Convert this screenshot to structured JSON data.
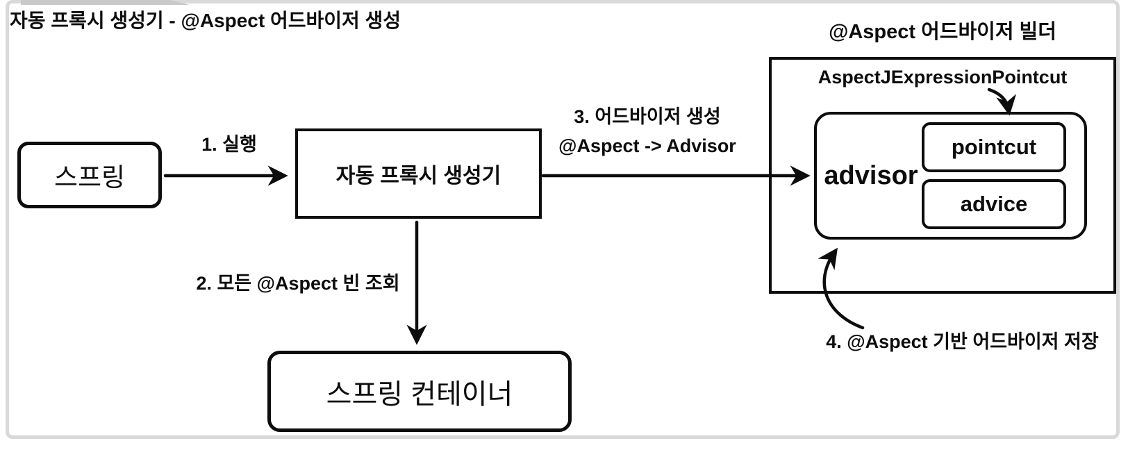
{
  "title": "자동 프록시 생성기 - @Aspect 어드바이저 생성",
  "colors": {
    "stroke": "#0d0d0d",
    "background": "#ffffff",
    "frame": "#d9d9d9"
  },
  "nodes": {
    "spring": {
      "label": "스프링"
    },
    "creator": {
      "label": "자동 프록시 생성기"
    },
    "container": {
      "label": "스프링 컨테이너"
    }
  },
  "builder": {
    "title": "@Aspect 어드바이저 빌더",
    "pointcut_class": "AspectJExpressionPointcut",
    "advisor_label": "advisor",
    "pointcut_label": "pointcut",
    "advice_label": "advice"
  },
  "steps": {
    "step1": {
      "label": "1. 실행"
    },
    "step2": {
      "label": "2. 모든 @Aspect 빈 조회"
    },
    "step3": {
      "line1": "3. 어드바이저 생성",
      "line2": "@Aspect -> Advisor"
    },
    "step4": {
      "label": "4. @Aspect 기반 어드바이저 저장"
    }
  }
}
